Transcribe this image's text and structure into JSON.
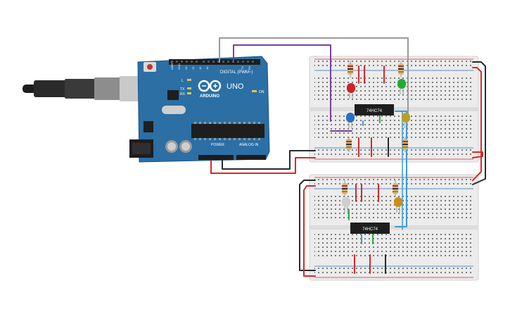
{
  "arduino": {
    "brand": "ARDUINO",
    "model": "UNO",
    "digital_header": "DIGITAL (PWM~)",
    "power_header": "POWER",
    "analog_header": "ANALOG IN",
    "on_label": "ON",
    "l_label": "L",
    "tx_label": "TX",
    "rx_label": "RX"
  },
  "breadboard_top": {
    "chip_label": "74HC74"
  },
  "breadboard_bottom": {
    "chip_label": "74HC74"
  },
  "colors": {
    "board": "#2b6fa5",
    "wire_red": "#d62828",
    "wire_black": "#2a2a2a",
    "wire_purple": "#7b3fa0",
    "wire_gray": "#9a9a9a",
    "wire_blue": "#3a9ad9",
    "wire_green": "#2eaa4a",
    "led_red": "#cc2222",
    "led_green": "#22aa33",
    "led_blue": "#2a6fbf",
    "led_yellow": "#b8a020",
    "led_white": "#cfcfcf",
    "led_orange": "#c8901a"
  },
  "icons": [
    "usb-plug-icon",
    "dc-jack-icon",
    "arduino-logo-icon"
  ]
}
